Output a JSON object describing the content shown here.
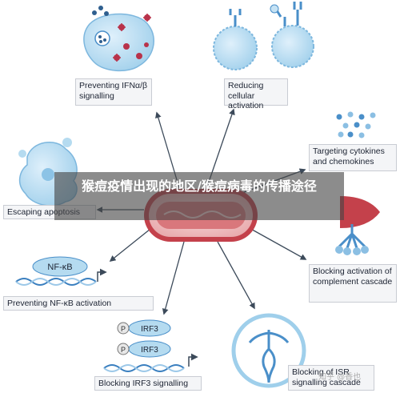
{
  "labels": {
    "ifn": "Preventing IFNα/β signalling",
    "reducing": "Reducing cellular activation",
    "cytokines": "Targeting cytokines and chemokines",
    "apoptosis": "Escaping apoptosis",
    "nfkb_activation": "Preventing NF-κB activation",
    "irf3_signalling": "Blocking IRF3 signalling",
    "complement": "Blocking activation of complement cascade",
    "isr": "Blocking of ISR signalling cascade"
  },
  "molecules": {
    "nfkb": "NF-κB",
    "irf3": "IRF3",
    "phospho": "P"
  },
  "banner": {
    "title": "猴痘疫情出现的地区/猴痘病毒的传播途径"
  },
  "watermark": "知乎 @香也",
  "colors": {
    "cell_blue": "#a9d6ee",
    "receptor_blue": "#4a8fc9",
    "virus_red": "#c4414b",
    "virus_pink": "#f2c9c9",
    "arrow": "#3c4a5a",
    "dna_blue": "#3a7fbf",
    "dna_light": "#9cc8e8"
  }
}
